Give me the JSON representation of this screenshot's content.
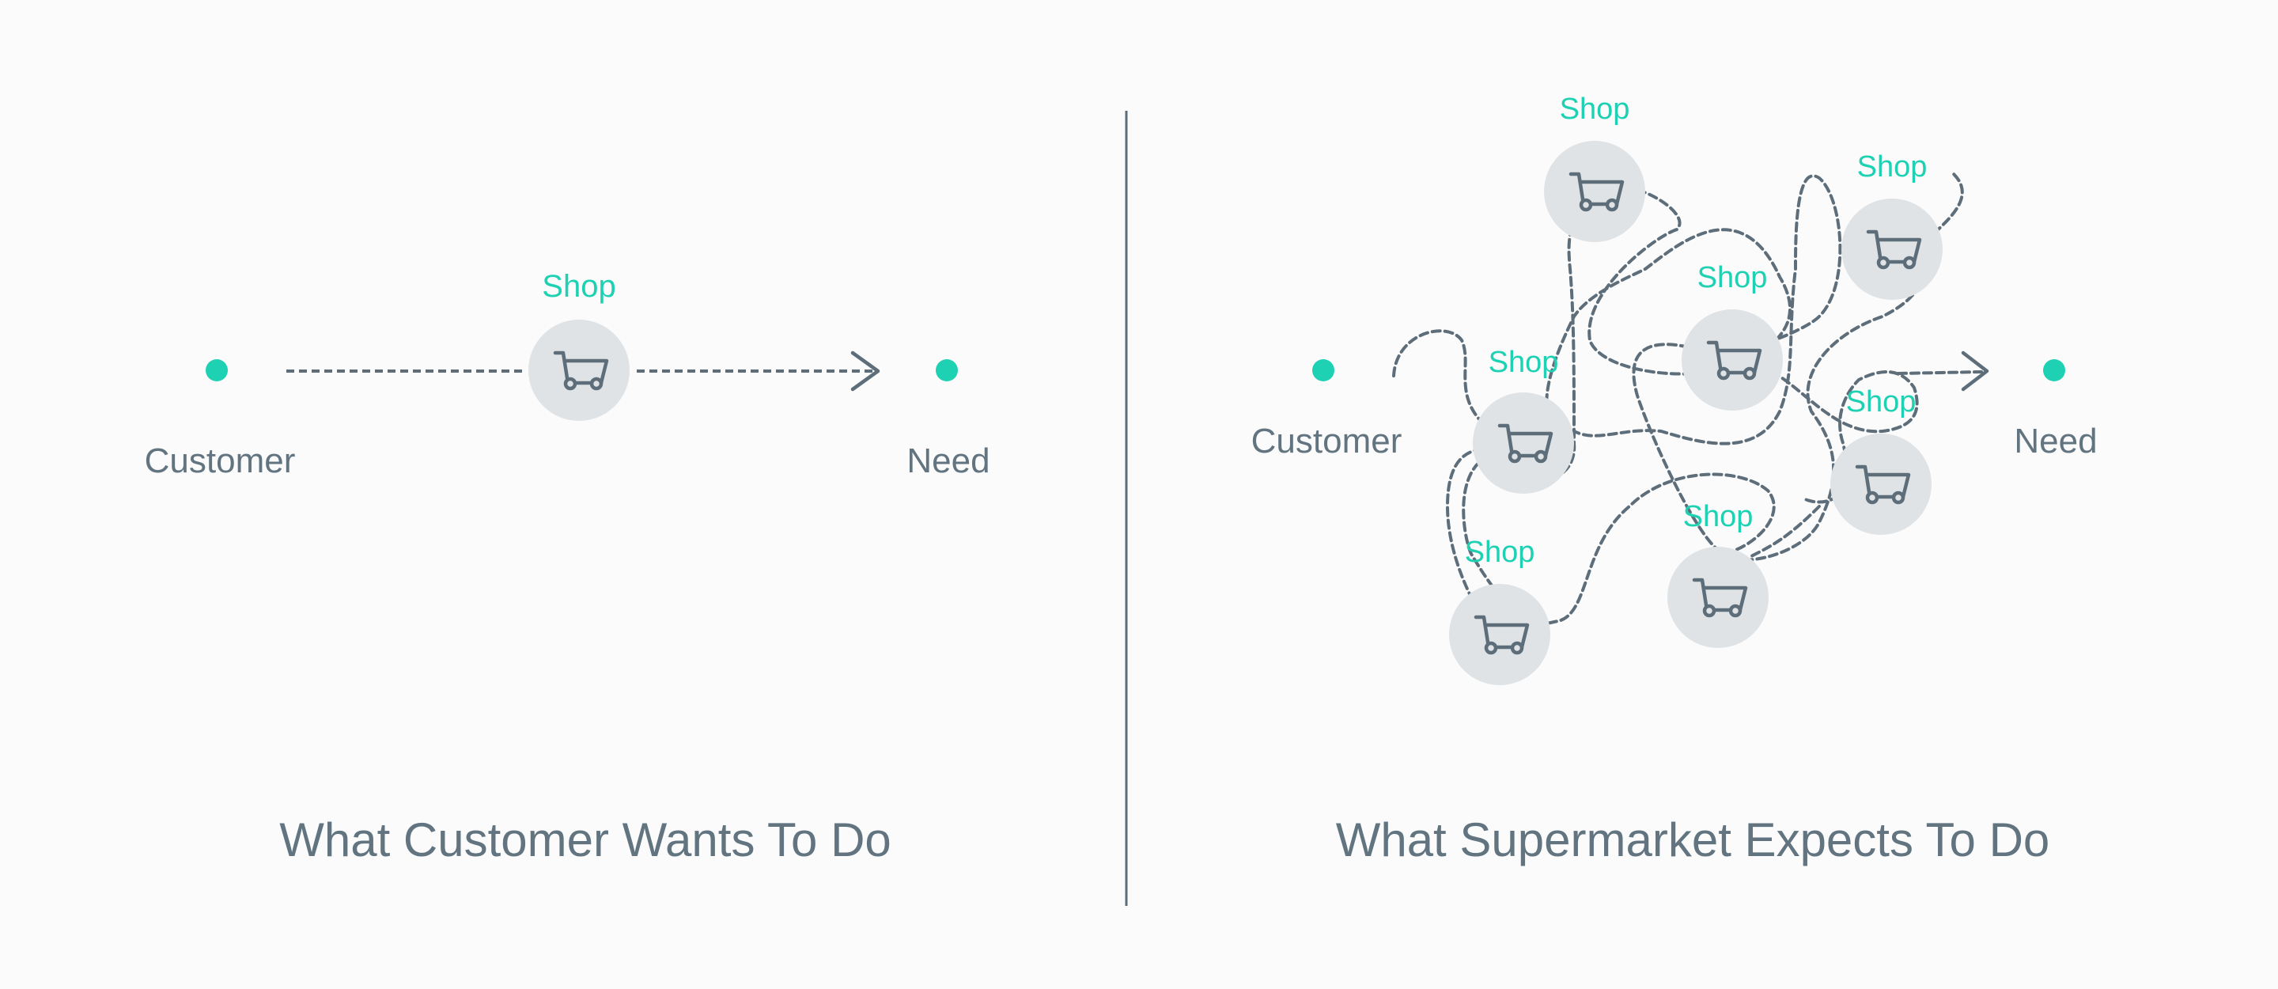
{
  "colors": {
    "background": "#fbfbfc",
    "accent": "#1fd1b3",
    "text": "#617480",
    "line": "#5d6e7a",
    "node_fill": "#dfe3e5",
    "icon": "#5d6e7a"
  },
  "left_panel": {
    "title": "What Customer Wants To Do",
    "start_label": "Customer",
    "end_label": "Need",
    "shop": {
      "label": "Shop",
      "icon": "shopping-cart-icon"
    }
  },
  "right_panel": {
    "title": "What Supermarket Expects To Do",
    "start_label": "Customer",
    "end_label": "Need",
    "shops": [
      {
        "label": "Shop",
        "icon": "shopping-cart-icon"
      },
      {
        "label": "Shop",
        "icon": "shopping-cart-icon"
      },
      {
        "label": "Shop",
        "icon": "shopping-cart-icon"
      },
      {
        "label": "Shop",
        "icon": "shopping-cart-icon"
      },
      {
        "label": "Shop",
        "icon": "shopping-cart-icon"
      },
      {
        "label": "Shop",
        "icon": "shopping-cart-icon"
      },
      {
        "label": "Shop",
        "icon": "shopping-cart-icon"
      }
    ]
  }
}
